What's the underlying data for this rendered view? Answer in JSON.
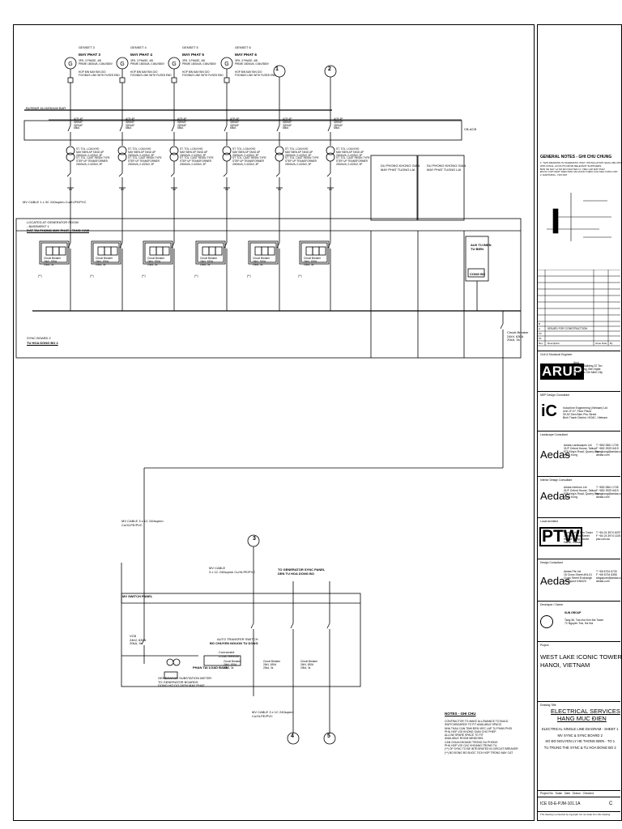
{
  "gensets": [
    {
      "tag": "GENSET 3",
      "name": "MAY PHAT 3",
      "spec": "3PH, 3 PHASE, 4W\nPRIME 1500kVA, 0.8kV/380V",
      "hop": "HOP BIN MAY BIN GIO\nFOO/BUS LINK WITH FUSED END"
    },
    {
      "tag": "GENSET 4",
      "name": "MAY PHAT 4",
      "spec": "3PH, 3 PHASE, 4W\nPRIME 1500kVA, 0.8kV/380V",
      "hop": "HOP BIN MAY BIN GIO\nFOO/BUS LINK WITH FUSED END"
    },
    {
      "tag": "GENSET 5",
      "name": "MAY PHAT 5",
      "spec": "3PH, 3 PHASE, 4W\nPRIME 1500kVA, 0.8kV/380V",
      "hop": "HOP BIN MAY BIN GIO\nFOO/BUS LINK WITH FUSED END"
    },
    {
      "tag": "GENSET 6",
      "name": "MAY PHAT 6",
      "spec": "3PH, 3 PHASE, 4W\nPRIME 1500kVA, 0.8kV/380V",
      "hop": "HOP BIN MAY BIN GIO\nFOO/BUS LINK WITH FUSED END"
    }
  ],
  "bubbles": {
    "b1": "1",
    "b2": "2",
    "b3": "3",
    "b4": "4",
    "b5": "5"
  },
  "labels": {
    "busbar": "BUSBAR ALUMINIUM BAR",
    "cb_ar": "CB-ACB",
    "breaker_row": "ACB 4P\n3200AT\n3200AF\n65kA",
    "xfmr_row": "ST. TOL. LOAI KHO\nMAY BIEN AP TANG AP\n2000kVA, 0.4/22kV, 3P\nST. TOL. CAST RESIN TYPE\nSTEP UP TRANSFORMER\n2000kVA, 0.4/22kV, 3P",
    "du_phong1": "DU PHONG KHONG GIAN\nMAY PHAT TUONG LAI",
    "du_phong2": "DU PHONG KHONG GIAN\nMAY PHAT TUONG LAI",
    "mv_cable_top": "MV CABLE 1 x 3C 240sqmm Cu/XLPE/PVC",
    "located": "LOCATED AT GENERATOR ROOM\n- BASEMENT 1",
    "located_vi": "DAT TAI PHONG MAY PHAT - TANG HAM",
    "cb_unit": "Circuit Breaker\n24kV, 630A\n20kA, 3s",
    "star_note": "(**)",
    "aux_box_title": "AUX TU BIEN\nTU BIEN",
    "aux_box_inner": "CONG BO",
    "sync_board": "SYNC BOARD 2",
    "sync_board_vi": "TU HOA DONG BO 2",
    "cb_right": "Circuit Breaker\n24kV, 630A\n20kA, 3s",
    "mv_cable_mid": "MV CABLE 3 x 1C 240sqmm\nCu/XLPE/PVC",
    "mv_cable_mid2": "MV CABLE\n3 x 1C 240sqmm Cu/XLPE/PVC",
    "to_sync": "TO GENERATOR SYNC PANEL\nDEN TU HOA DONG BO",
    "sync_panel": "MV SWITCH PANEL",
    "small_cb": "VCB\n24kV, 630A\n20kA, 3s",
    "ats": "AUTO TRANSFER SWITCH",
    "ats_vi": "BO CHUYEN NGUON TU DONG",
    "ats_sub": "Connected\nLOAD BREAK",
    "load_bank": "PHAN TAI LOAD BANK",
    "gen_sub": "GENERATOR SUBSTATION METER\nTO GENERATOR BOARDS\nDONG HO DO DIEN MAY PHAT",
    "mv_cable_bot": "MV CABLE 3 x 1C 240sqmm\nCu/XLPE/PVC",
    "notes_title": "NOTES - GHI CHU",
    "notes_body": "CONTRACTOR TO MAKE ALLOWANCE TO BUILD\nSWITCHBOARDS TO FIT AVAILABLE SPACE.\nNHA THAU CAN TINH ĐEN VIEC LAP TU PHAN PHOI\nPHU HOP VOI KHONG GIAN CHO PHEP.\nALLOW SPARE SPACE TO FIT\nAVAILABLE ROOM WINDOWS.\nCAN CHUA KHOANG TRONG DU PHONG\nPHU HOP VOI CAC KHOANG TRONG TU.\n(**) OF SYNC TO BE INTEGRATED IN CIRCUIT BREAKER\n(**) BO ĐONG BO ĐUOC TICH HOP TRONG MAY CAT"
  },
  "general_notes": {
    "title": "GENERAL NOTES - GHI CHU CHUNG",
    "body": "1. THIS DRAWING IS SCHEMATIC ONLY. INSTALLATION SHALL BE UPDATED\nWITH FINAL LAYOUTS FROM RELEVANT SUPPLIERS.\nBAN VE NAY LA SO ĐO NGUYEN LY. VIEC LAP ĐAT PHAI\nĐUOC CAP NHAT THEO BAN VE HOAN THIEN CUA NHA CUNG CAP.\n2. EARTHING - NOI DAT"
  },
  "revision": {
    "rows": [
      "B",
      "A",
      "P2",
      "P1"
    ],
    "header": [
      "Rev",
      "Description",
      "",
      "Issue Date",
      "By"
    ],
    "issued": "ISSUED FOR CONSTRUCTION"
  },
  "consultants": {
    "arup_label": "Civil & Structural Engineer",
    "arup": "ARUP",
    "arup_addr": "Arup\n6F, Bao Building 22 Ton\nDuc Thang, Ben Nghe\nDist 1, Ho Chi Minh City\nVietnam",
    "mep_label": "MEP Design Consultant",
    "ic": "iC",
    "ic_addr": "Indochine Engineering (Vietnam) Ltd\nUnit 1F-07, Floor Plaza\n90-92 Dien Bien Phu Street\nBinh Thanh District, HCMC, Vietnam",
    "landscape_label": "Landscape Consultant",
    "aedas1": "Aedas",
    "aedas1_addr": "Aedas Landscapes Ltd\n31/F Oxford House, Taikoo\n979 King's Road, Quarry Bay\nHong Kong",
    "aedas1_contact": "T +852 2861 1728\nF +852 2529 6419\nhongkong@aedas.com\naedas.com",
    "interior_label": "Interior Design Consultant",
    "aedas2": "Aedas",
    "aedas2_addr": "Aedas Interiors Ltd\n31/F Oxford House, Taikoo\n979 King's Road, Quarry Bay\nHong Kong",
    "aedas2_contact": "T +852 2861 1728\nF +852 2529 6419\nhongkong@aedas.com\naedas.com",
    "local_label": "Local Architect",
    "ptw": "PTW",
    "ptw_addr": "Level 5, Hoa Sen Tower\n203 Minh Khai Street\nHai Ba Trung District\nHanoi, Vietnam",
    "ptw_contact": "T +84 24 3974 6297\nF +84 24 3974 1105\nptw.com.au",
    "design_label": "Design Consultant",
    "aedas3": "Aedas",
    "aedas3_addr": "Aedas Pte Ltd\n18 Cross Street #04-01\nCross Street Exchange\nSingapore 048423",
    "aedas3_contact": "T +65 6734 6733\nF +65 6734 6355\nsingapore@aedas.com\naedas.com",
    "developer_label": "Developer / Owner",
    "sun": "SUN GROUP",
    "sun_addr": "Tang 36, Toa nha Kim Ma Tower\n72 Nguyen Trai, Ha Noi"
  },
  "project": {
    "label": "Project",
    "name1": "WEST LAKE ICONIC TOWER",
    "name2": "HANOI, VIETNAM"
  },
  "drawing": {
    "label": "Drawing Title",
    "title1": "ELECTRICAL SERVICES",
    "title2": "HANG MUC ĐIEN",
    "sub": "ELECTRICAL SINGLE LINE DIAGRAM - SHEET 1\nMV SYNC & SYNC BOARD 2\nSO ĐO NGUYEN LY HE THONG ĐIEN - TO 1\nTU TRUNG THE SYNC & TU HOA ĐONG BO 2",
    "meta": "Project No   Scale   Date   Drawn   Checked",
    "number": "ICE 03-E-PJM-101.1A",
    "rev": "C",
    "footer": "This drawing is protected by copyright. Do not scale from this drawing."
  }
}
